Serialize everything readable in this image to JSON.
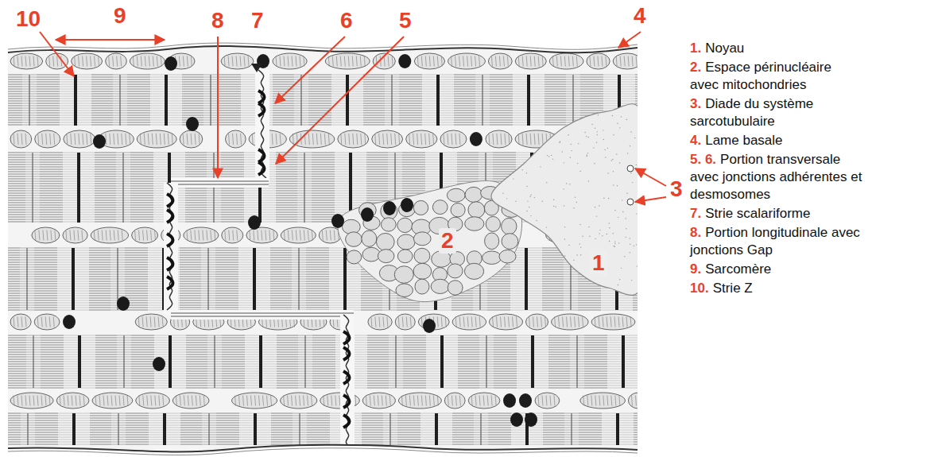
{
  "diagram": {
    "labels": [
      "10",
      "9",
      "8",
      "7",
      "6",
      "5",
      "4",
      "3",
      "2",
      "1",
      "1.",
      "Noyau",
      "2.",
      "Espace périnucléaire avec mitochondries",
      "3.",
      "Diade du système sarcotubulaire",
      "4.",
      "Lame basale",
      "5. 6.",
      "Portion transversale avec jonctions adhérentes et desmosomes",
      "7.",
      "Strie scalariforme",
      "8.",
      "Portion longitudinale avec jonctions Gap",
      "9.",
      "Sarcomère",
      "10.",
      "Strie Z"
    ]
  }
}
